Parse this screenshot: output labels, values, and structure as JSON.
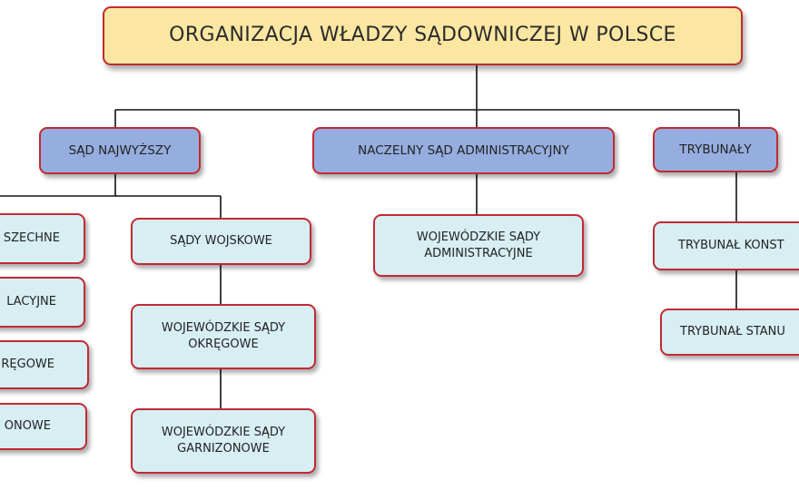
{
  "title": "ORGANIZACJA WŁADZY SĄDOWNICZEJ W POLSCE",
  "supreme_court": {
    "label": "SĄD NAJWYŻSZY",
    "common_courts": [
      "SZECHNE",
      "LACYJNE",
      "RĘGOWE",
      "ONOWE"
    ],
    "military": {
      "label": "SĄDY WOJSKOWE",
      "children": [
        "WOJEWÓDZKIE SĄDY\nOKRĘGOWE",
        "WOJEWÓDZKIE SĄDY\nGARNIZONOWE"
      ]
    }
  },
  "administrative": {
    "label": "NACZELNY SĄD ADMINISTRACYJNY",
    "child": "WOJEWÓDZKIE SĄDY\nADMINISTRACYJNE"
  },
  "tribunals": {
    "label": "TRYBUNAŁY",
    "children": [
      "TRYBUNAŁ KONST",
      "TRYBUNAŁ STANU"
    ]
  }
}
